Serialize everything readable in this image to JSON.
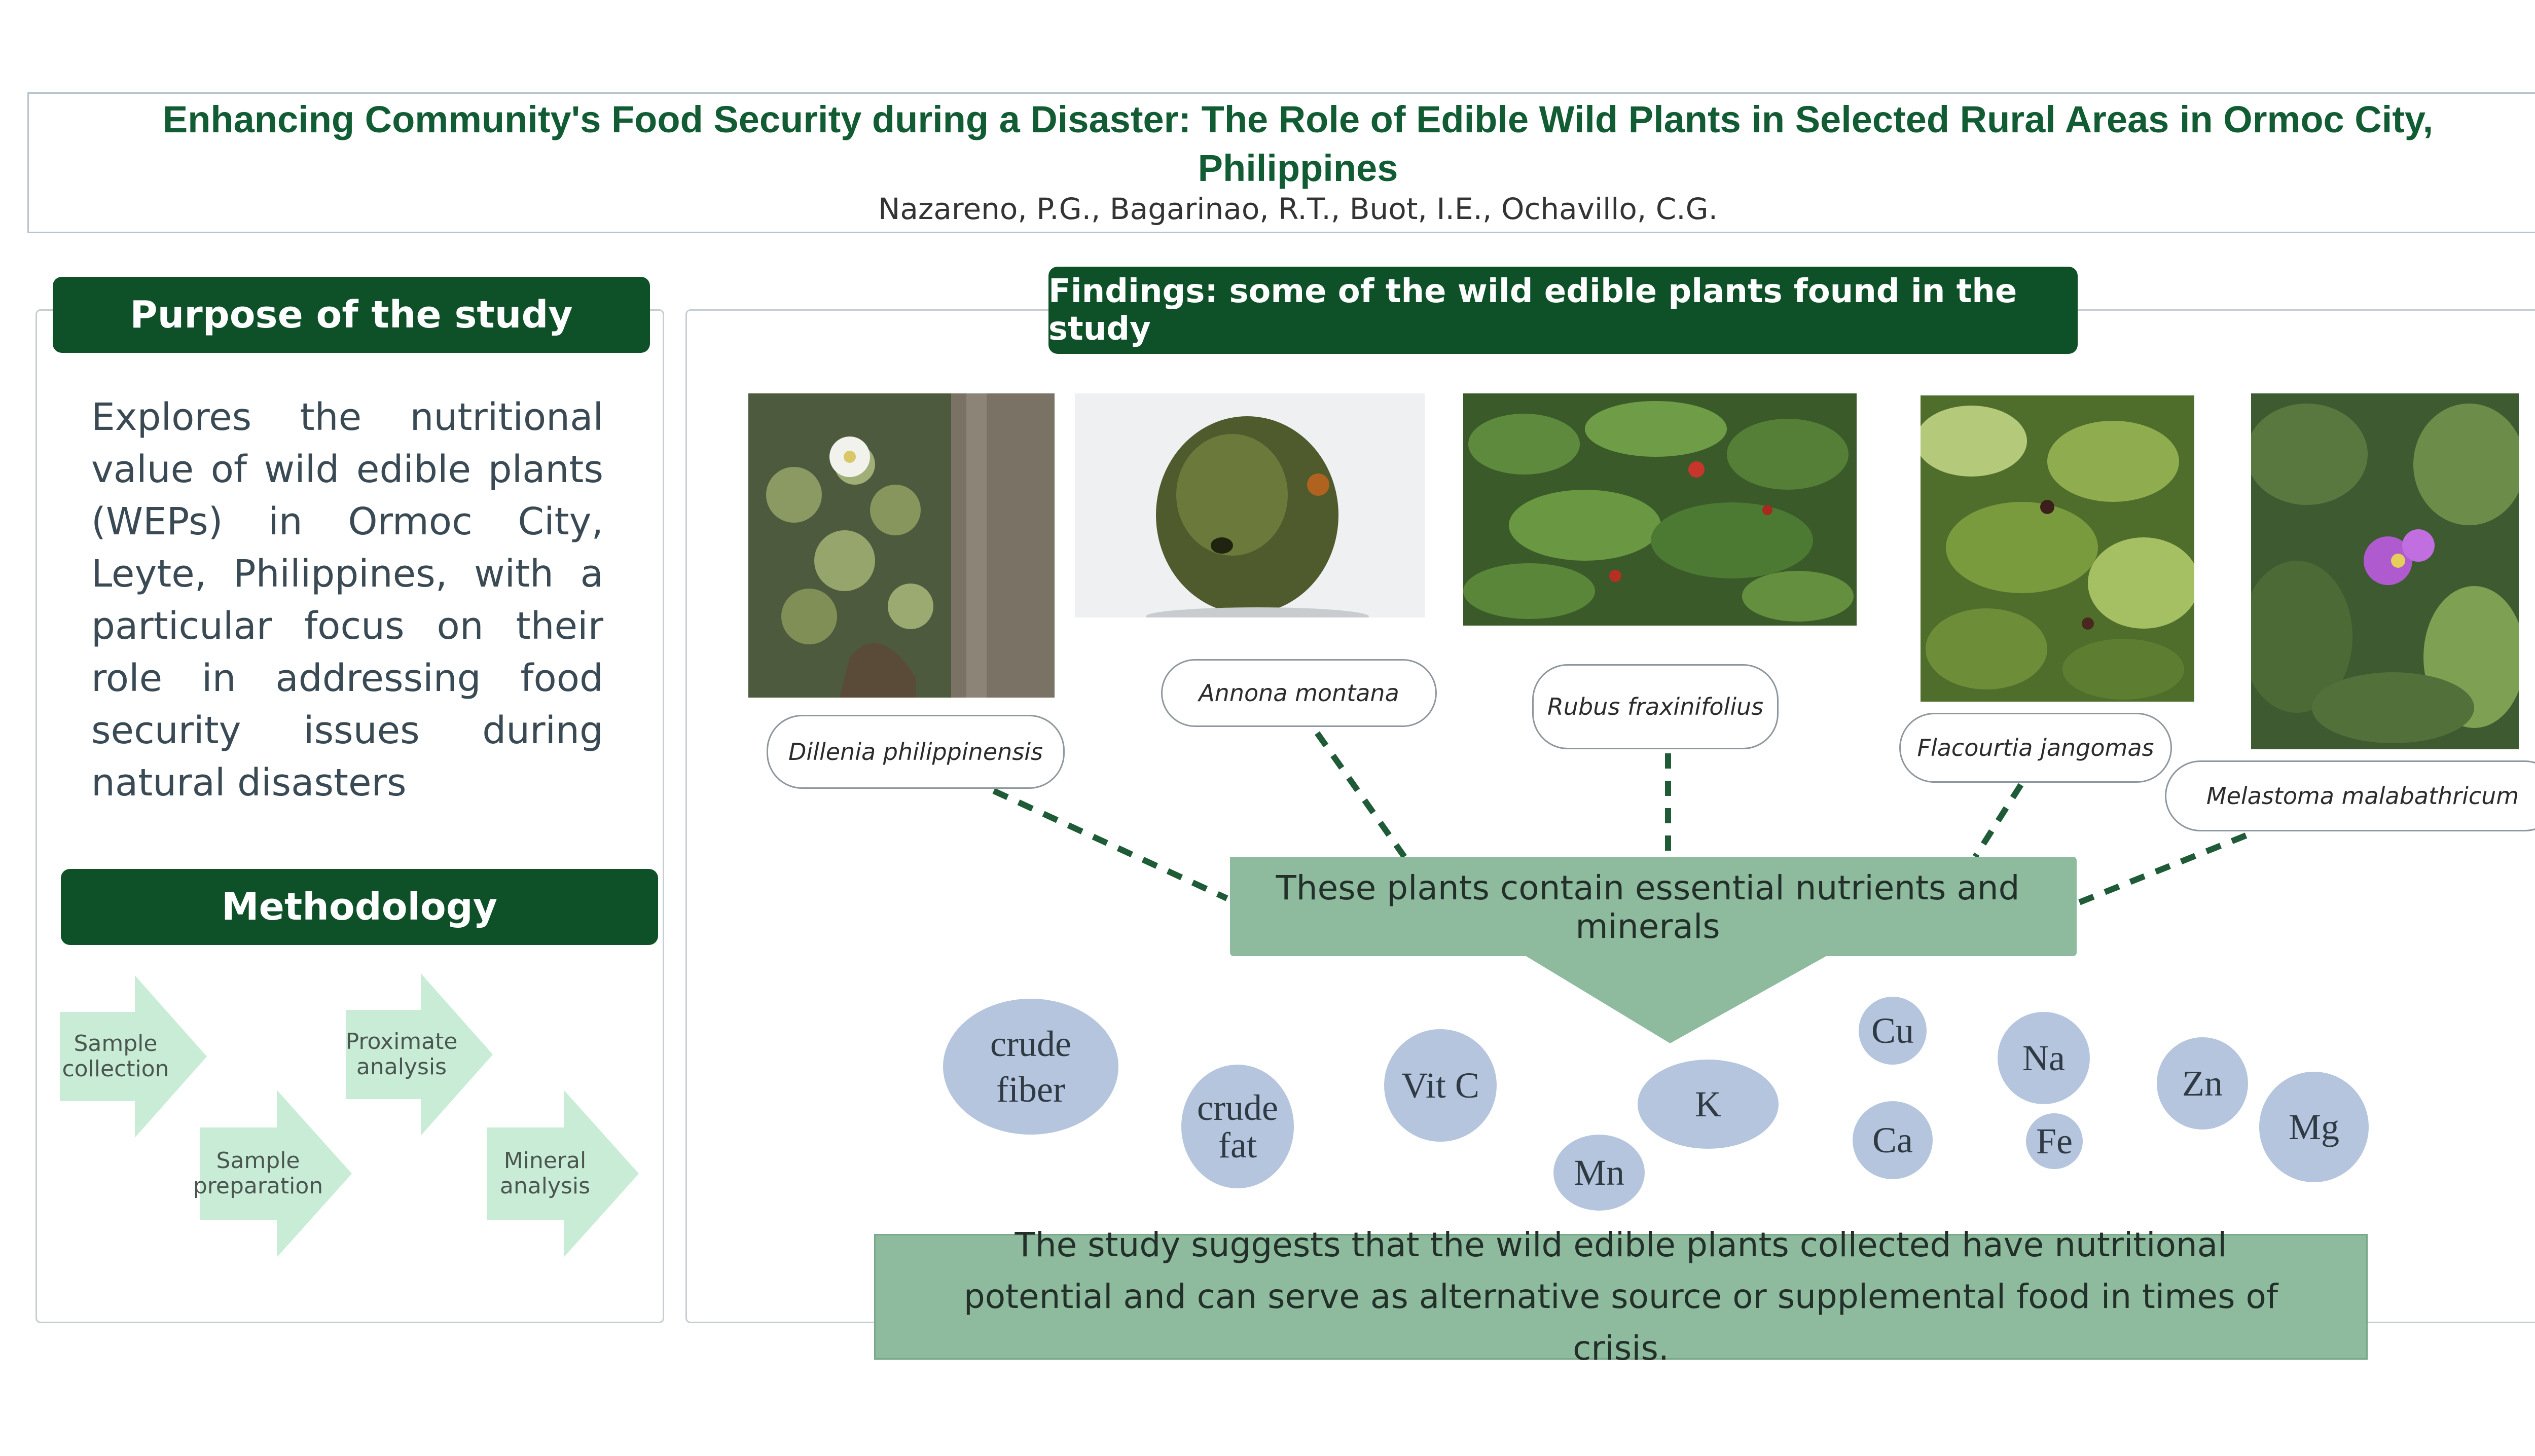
{
  "header": {
    "title": "Enhancing Community's Food Security during a Disaster: The Role of Edible Wild Plants in Selected Rural Areas in Ormoc City, Philippines",
    "authors": "Nazareno, P.G., Bagarinao, R.T., Buot, I.E.,  Ochavillo, C.G."
  },
  "purpose": {
    "heading": "Purpose of the study",
    "text": "Explores the nutritional value of wild edible plants (WEPs) in Ormoc City, Leyte, Philippines, with a particular focus on their role in addressing food security issues during natural disasters"
  },
  "methodology": {
    "heading": "Methodology",
    "steps": [
      "Sample collection",
      "Sample preparation",
      "Proximate analysis",
      "Mineral analysis"
    ]
  },
  "findings": {
    "heading": "Findings: some of the wild edible plants found in the study",
    "plants": [
      "Dillenia philippinensis",
      "Annona montana",
      "Rubus fraxinifolius",
      "Flacourtia jangomas",
      "Melastoma malabathricum"
    ],
    "center_text": "These plants contain essential nutrients and minerals",
    "nutrients": [
      "crude fiber",
      "crude fat",
      "Vit C",
      "K",
      "Mn",
      "Cu",
      "Ca",
      "Na",
      "Fe",
      "Zn",
      "Mg"
    ],
    "conclusion": "The study suggests that the wild edible plants collected have nutritional potential and can serve as alternative source or supplemental food in times of crisis."
  },
  "colors": {
    "heading_bg": "#0e5129",
    "title_text": "#125c34",
    "callout_green": "#8ebb9e",
    "arrow_green": "#c9ecd6",
    "nutrient_blue": "#b5c5dd"
  }
}
